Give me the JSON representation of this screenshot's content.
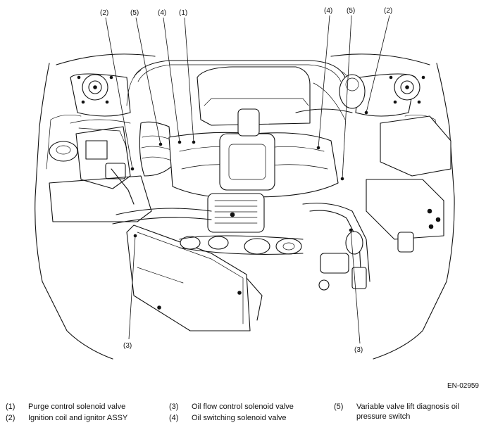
{
  "callouts": {
    "top_left": [
      "(2)",
      "(5)",
      "(4)",
      "(1)"
    ],
    "top_right": [
      "(4)",
      "(5)",
      "(2)"
    ],
    "bottom_left": "(3)",
    "bottom_right": "(3)"
  },
  "figure_code": "EN-02959",
  "legend": [
    {
      "num": "(1)",
      "text": "Purge control solenoid valve"
    },
    {
      "num": "(2)",
      "text": "Ignition coil and ignitor ASSY"
    },
    {
      "num": "(3)",
      "text": "Oil flow control solenoid valve"
    },
    {
      "num": "(4)",
      "text": "Oil switching solenoid valve"
    },
    {
      "num": "(5)",
      "text": "Variable valve lift diagnosis oil pressure switch"
    }
  ]
}
